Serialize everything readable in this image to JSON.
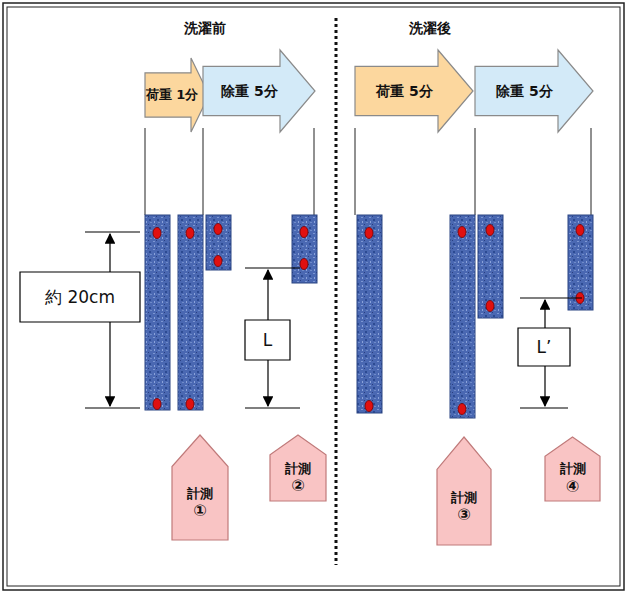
{
  "diagram": {
    "nodes": [
      {
        "text": [
          "荷重 1分"
        ]
      },
      {
        "text": [
          "除重 5分"
        ]
      },
      {
        "text": [
          "荷重 5分"
        ]
      },
      {
        "text": [
          "除重 5分"
        ]
      },
      {
        "text": [
          "約 20cm"
        ]
      },
      {
        "text": [
          "L"
        ]
      },
      {
        "text": [
          "L’"
        ]
      },
      {
        "text": [
          "計測",
          "①"
        ]
      },
      {
        "text": [
          "計測",
          "②"
        ]
      },
      {
        "text": [
          "計測",
          "③"
        ]
      },
      {
        "text": [
          "計測",
          "④"
        ]
      }
    ],
    "labels": [
      "洗濯前",
      "洗濯後"
    ]
  }
}
